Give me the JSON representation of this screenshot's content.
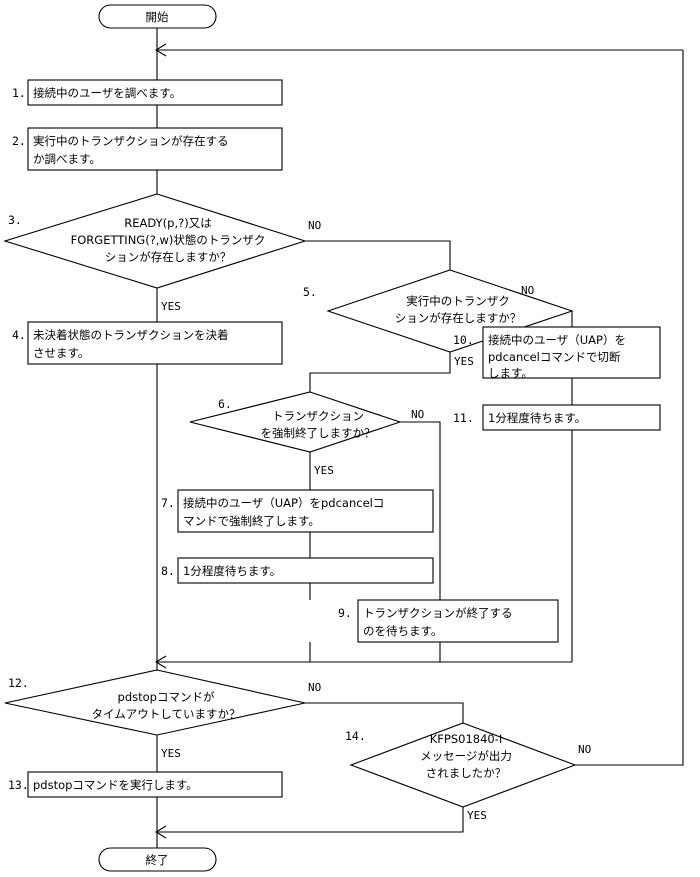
{
  "diagram": {
    "title_text": "",
    "language": "ja",
    "stroke_color": "#000000",
    "background_color": "#ffffff"
  },
  "terminators": {
    "start": {
      "label": "開始"
    },
    "end": {
      "label": "終了"
    }
  },
  "branch_labels": {
    "yes": "YES",
    "no": "NO"
  },
  "steps": {
    "s1": {
      "num": "1.",
      "line1": "接続中のユーザを調べます。"
    },
    "s2": {
      "num": "2.",
      "line1": "実行中のトランザクションが存在する",
      "line2": "か調べます。"
    },
    "s3": {
      "num": "3.",
      "line1": "READY(p,?)又は",
      "line2": "FORGETTING(?,w)状態のトランザク",
      "line3": "ションが存在しますか？"
    },
    "s4": {
      "num": "4.",
      "line1": "未決着状態のトランザクションを決着",
      "line2": "させます。"
    },
    "s5": {
      "num": "5.",
      "line1": "実行中のトランザク",
      "line2": "ションが存在しますか？"
    },
    "s6": {
      "num": "6.",
      "line1": "トランザクション",
      "line2": "を強制終了しますか？"
    },
    "s7": {
      "num": "7.",
      "line1": "接続中のユーザ（UAP）をpdcancelコ",
      "line2": "マンドで強制終了します。"
    },
    "s8": {
      "num": "8.",
      "line1": "1分程度待ちます。"
    },
    "s9": {
      "num": "9.",
      "line1": "トランザクションが終了する",
      "line2": "のを待ちます。"
    },
    "s10": {
      "num": "10.",
      "line1": "接続中のユーザ（UAP）を",
      "line2": "pdcancelコマンドで切断",
      "line3": "します。"
    },
    "s11": {
      "num": "11.",
      "line1": "1分程度待ちます。"
    },
    "s12": {
      "num": "12.",
      "line1": "pdstopコマンドが",
      "line2": "タイムアウトしていますか？"
    },
    "s13": {
      "num": "13.",
      "line1": "pdstopコマンドを実行します。"
    },
    "s14": {
      "num": "14.",
      "line1": "KFPS01840-I",
      "line2": "メッセージが出力",
      "line3": "されましたか？"
    }
  },
  "branches": {
    "b3_no": "NO",
    "b3_yes": "YES",
    "b5_no": "NO",
    "b5_yes": "YES",
    "b6_no": "NO",
    "b6_yes": "YES",
    "b12_no": "NO",
    "b12_yes": "YES",
    "b14_no": "NO",
    "b14_yes": "YES"
  }
}
